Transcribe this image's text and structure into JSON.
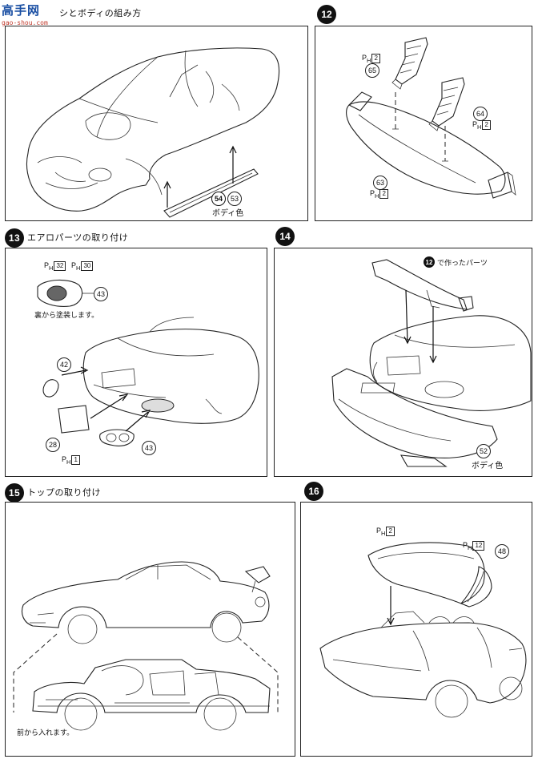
{
  "logo": {
    "text": "高手网",
    "url": "gao-shou.com"
  },
  "step11": {
    "title": "シとボディの組み方",
    "parts": {
      "a": "54",
      "b": "53"
    },
    "color_note": "ボディ色"
  },
  "step12": {
    "number": "12",
    "labels": [
      {
        "part": "65",
        "p": "P",
        "sub": "H",
        "n": "2"
      },
      {
        "part": "64",
        "p": "P",
        "sub": "H",
        "n": "2"
      },
      {
        "part": "63",
        "p": "P",
        "sub": "H",
        "n": "2"
      }
    ]
  },
  "step13": {
    "number": "13",
    "title": "エアロパーツの取り付け",
    "p_a": {
      "p": "P",
      "sub": "H",
      "n": "32"
    },
    "p_b": {
      "p": "P",
      "sub": "H",
      "n": "30"
    },
    "part_43": "43",
    "note_paint": "裏から塗装します。",
    "part_42": "42",
    "part_28": "28",
    "p_c": {
      "p": "P",
      "sub": "H",
      "n": "1"
    },
    "part_43b": "43"
  },
  "step14": {
    "number": "14",
    "ref_step": "12",
    "ref_text": "で作ったパーツ",
    "part_52": "52",
    "color_note": "ボディ色"
  },
  "step15": {
    "number": "15",
    "title": "トップの取り付け",
    "note": "前から入れます。"
  },
  "step16": {
    "number": "16",
    "p_a": {
      "p": "P",
      "sub": "H",
      "n": "2"
    },
    "p_b": {
      "p": "P",
      "sub": "H",
      "n": "12"
    },
    "part_48": "48"
  }
}
